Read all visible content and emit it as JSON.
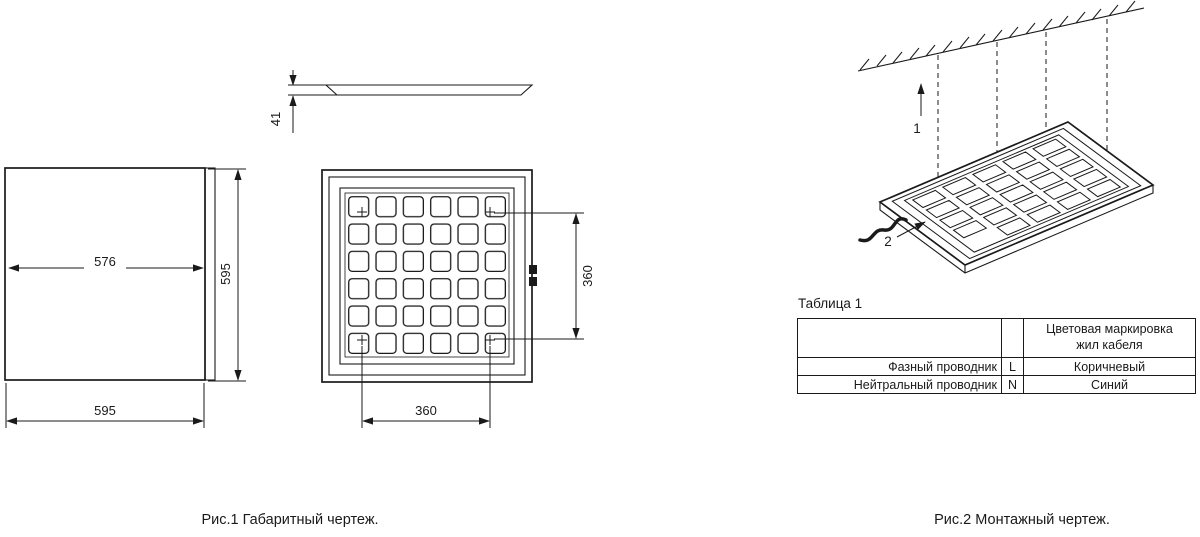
{
  "page": {
    "background": "#ffffff",
    "ink": "#1a1a1a"
  },
  "figure1": {
    "caption": "Рис.1 Габаритный чертеж.",
    "dim_thickness": "41",
    "dim_front_inner_width": "576",
    "dim_front_height": "595",
    "dim_front_width": "595",
    "dim_grid_height": "360",
    "dim_grid_width": "360"
  },
  "figure2": {
    "caption": "Рис.2 Монтажный чертеж.",
    "callout_ceiling_direction": "1",
    "callout_cable": "2"
  },
  "table1": {
    "title": "Таблица 1",
    "header_line1": "Цветовая маркировка",
    "header_line2": "жил кабеля",
    "rows": [
      {
        "name": "Фазный проводник",
        "code": "L",
        "color": "Коричневый"
      },
      {
        "name": "Нейтральный проводник",
        "code": "N",
        "color": "Синий"
      }
    ]
  }
}
